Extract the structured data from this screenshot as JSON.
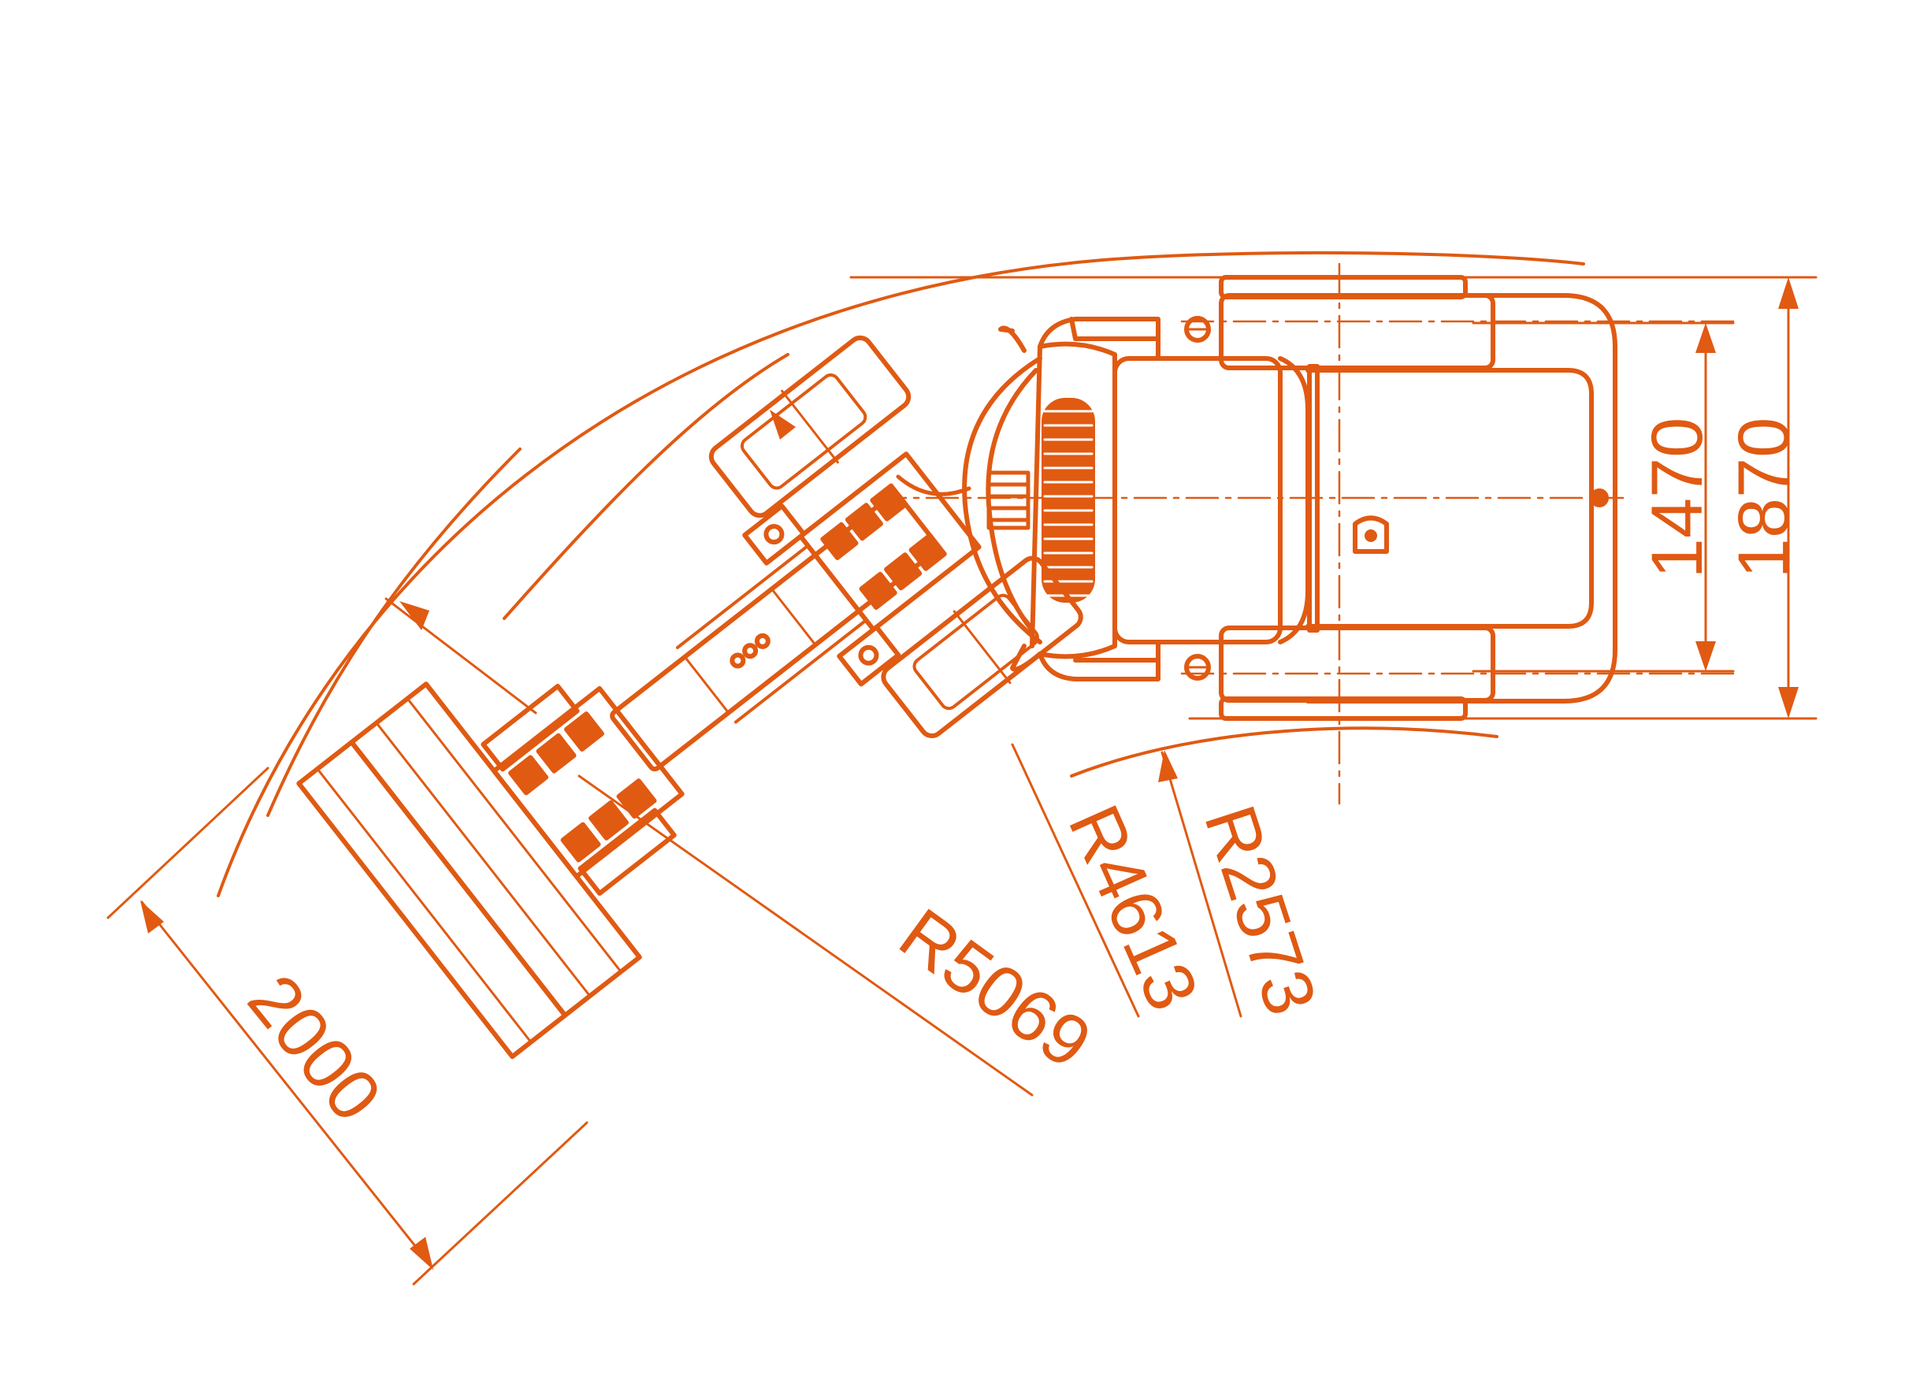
{
  "colors": {
    "line": "#e05a12",
    "fill": "#e05a12",
    "background": "#ffffff"
  },
  "dimensions": {
    "width_inner": "1470",
    "width_outer": "1870",
    "blade_width": "2000",
    "radius_outer": "R5069",
    "radius_middle": "R4613",
    "radius_inner": "R2573"
  }
}
